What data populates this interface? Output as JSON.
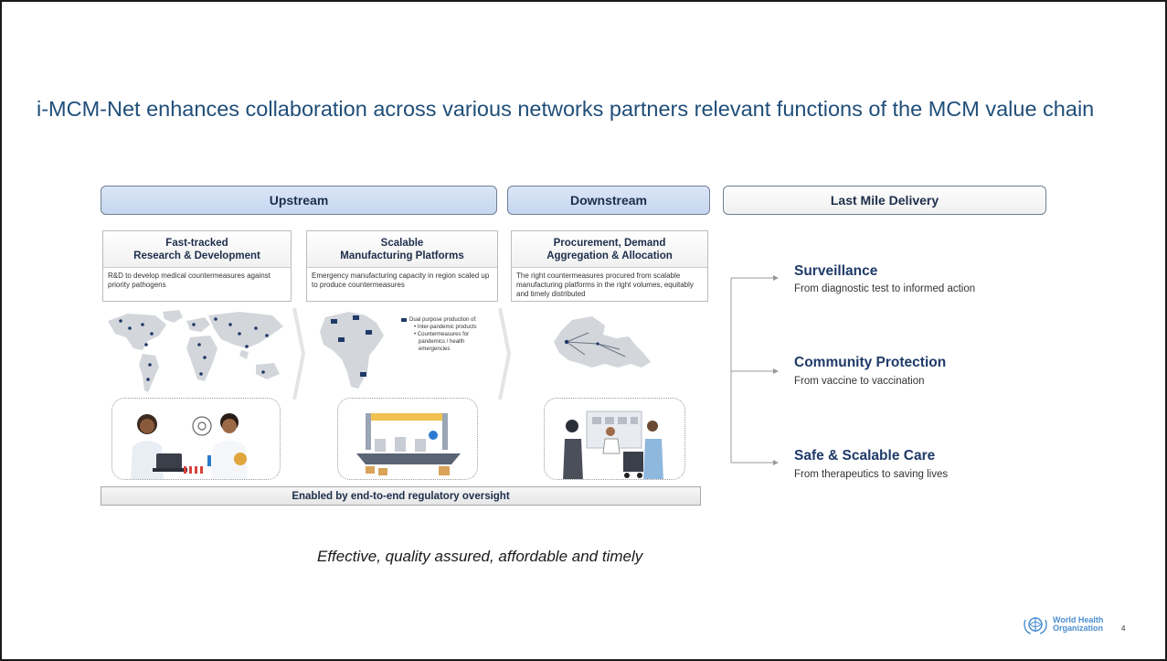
{
  "slide": {
    "title": "i-MCM-Net enhances collaboration across various networks partners relevant functions of the MCM value chain",
    "phases": {
      "upstream": "Upstream",
      "downstream": "Downstream",
      "last_mile": "Last Mile Delivery"
    },
    "cards": [
      {
        "title_line1": "Fast-tracked",
        "title_line2": "Research & Development",
        "description": "R&D to develop medical countermeasures against priority pathogens"
      },
      {
        "title_line1": "Scalable",
        "title_line2": "Manufacturing Platforms",
        "description": "Emergency manufacturing capacity in region scaled up to produce countermeasures"
      },
      {
        "title_line1": "Procurement, Demand",
        "title_line2": "Aggregation & Allocation",
        "description": "The right countermeasures procured from scalable manufacturing platforms in the right volumes, equitably and timely distributed"
      }
    ],
    "dual_purpose": {
      "heading": "Dual purpose production of:",
      "items": [
        "Inter-pandemic products",
        "Countermeasures for",
        "pandemics / health",
        "emergencies"
      ]
    },
    "enabled_by": "Enabled by end-to-end regulatory oversight",
    "outcomes": [
      {
        "title": "Surveillance",
        "subtitle": "From diagnostic test to informed action"
      },
      {
        "title": "Community Protection",
        "subtitle": "From vaccine to vaccination"
      },
      {
        "title": "Safe & Scalable Care",
        "subtitle": "From therapeutics to saving lives"
      }
    ],
    "tagline": "Effective, quality assured, affordable and timely",
    "logo": {
      "line1": "World Health",
      "line2": "Organization"
    },
    "page_number": "4",
    "colors": {
      "title": "#1f4e79",
      "phase_fill": "#c5d6ef",
      "heading_text": "#1d2e4b",
      "who_blue": "#4b8ed1"
    }
  }
}
